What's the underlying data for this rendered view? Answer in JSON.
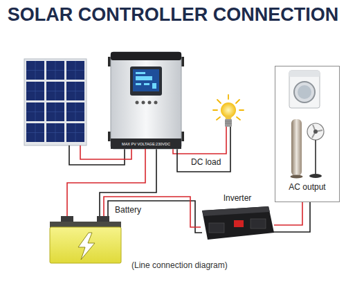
{
  "diagram": {
    "title": "SOLAR CONTROLLER CONNECTION",
    "caption": "(Line connection diagram)",
    "nodes": [
      {
        "text": [
          "MAX PV VOLTAGE:230VDC"
        ]
      },
      {
        "text": [
          "AC output"
        ]
      },
      {
        "text": [
          "Battery"
        ]
      },
      {
        "text": [
          "Inverter"
        ]
      }
    ],
    "edges": [
      {
        "from": 0,
        "to": 2,
        "arrow": "none"
      },
      {
        "from": 2,
        "to": 3,
        "arrow": "none"
      },
      {
        "from": 3,
        "to": 1,
        "arrow": "none"
      }
    ],
    "labels": [
      "DC load"
    ]
  }
}
